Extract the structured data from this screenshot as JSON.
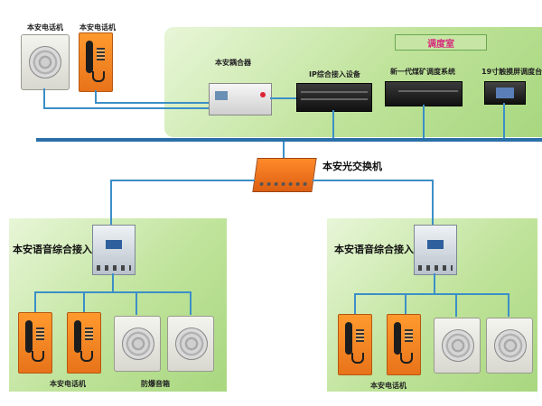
{
  "control_room": {
    "title": "调度室"
  },
  "top": {
    "explosion_phone_label": "本安电话机",
    "explosion_phone_label_2": "本安电话机",
    "coupler_label": "本安耦合器",
    "ip_access_label": "IP综合接入设备",
    "dispatch_system_label": "新一代煤矿调度系统",
    "console_label": "19寸触摸屏调度台"
  },
  "optical_switch": {
    "label": "本安光交换机"
  },
  "left_site": {
    "access_label": "本安语音综合接入",
    "phones_label": "本安电话机",
    "speakers_label": "防爆音箱"
  },
  "right_site": {
    "access_label": "本安语音综合接入",
    "phones_label": "本安电话机"
  },
  "colors": {
    "bus": "#2a6fa8",
    "wire": "#3b8fc7",
    "room_title": "#d6287b",
    "panel_green": "#bfe39a"
  }
}
